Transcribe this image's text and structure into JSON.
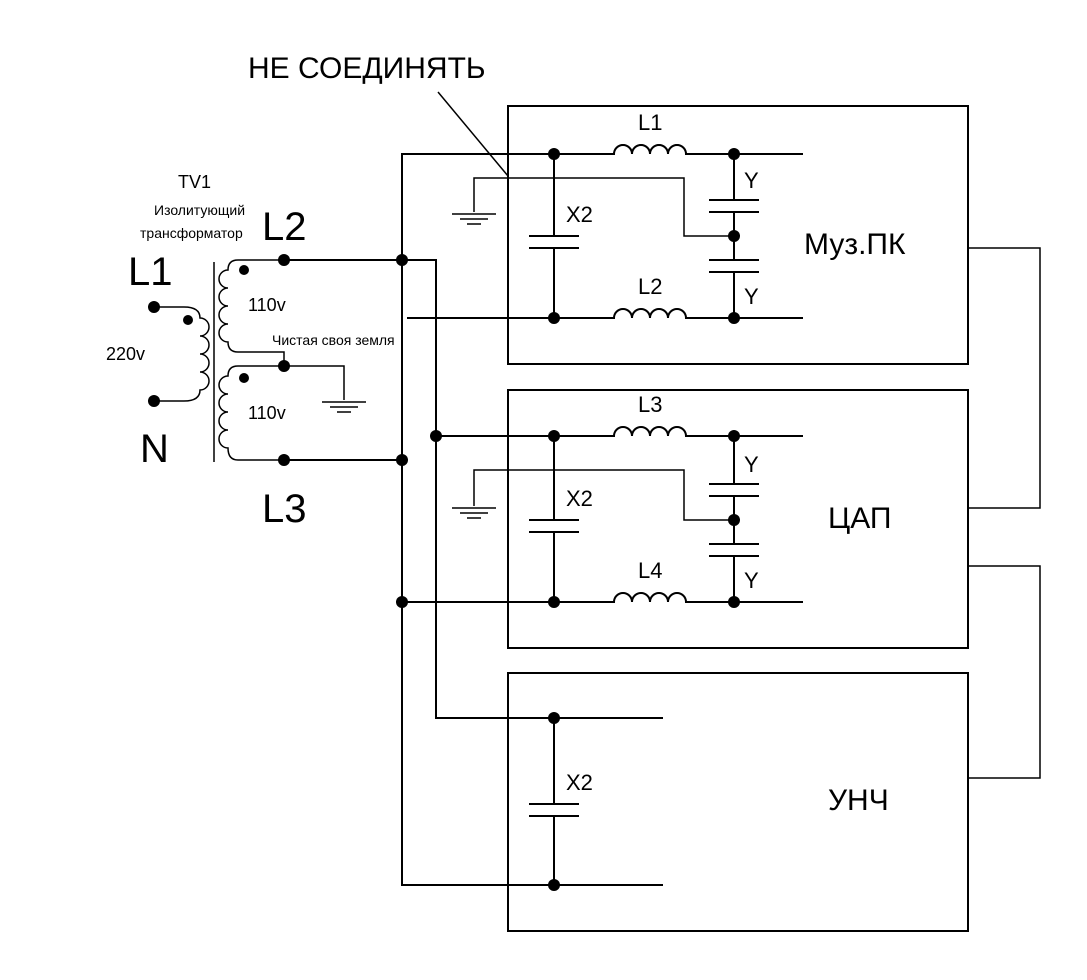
{
  "diagram": {
    "warning_label": "НЕ СОЕДИНЯТЬ",
    "transformer": {
      "name": "TV1",
      "description_line1": "Изолитующий",
      "description_line2": "трансформатор",
      "primary_voltage": "220v",
      "secondary_upper_voltage": "110v",
      "secondary_lower_voltage": "110v",
      "ground_label": "Чистая своя земля"
    },
    "terminals": {
      "l1": "L1",
      "n": "N",
      "l2": "L2",
      "l3": "L3"
    },
    "blocks": {
      "music_pc": {
        "name": "Муз.ПК",
        "inductor_top": "L1",
        "inductor_bottom": "L2",
        "x_capacitor": "X2",
        "y_capacitor_top": "Y",
        "y_capacitor_bottom": "Y"
      },
      "dac": {
        "name": "ЦАП",
        "inductor_top": "L3",
        "inductor_bottom": "L4",
        "x_capacitor": "X2",
        "y_capacitor_top": "Y",
        "y_capacitor_bottom": "Y"
      },
      "amplifier": {
        "name": "УНЧ",
        "x_capacitor": "X2"
      }
    }
  }
}
